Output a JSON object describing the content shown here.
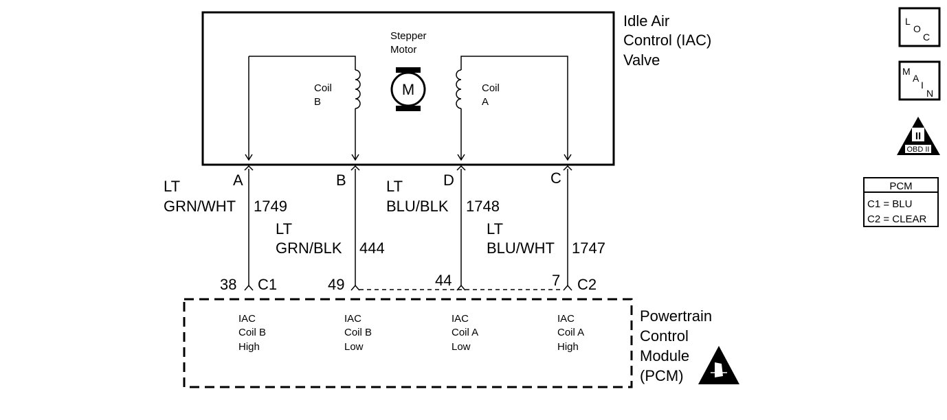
{
  "iac_valve": {
    "title_line1": "Idle Air",
    "title_line2": "Control (IAC)",
    "title_line3": "Valve",
    "motor_label_line1": "Stepper",
    "motor_label_line2": "Motor",
    "motor_symbol": "M",
    "coil_b_line1": "Coil",
    "coil_b_line2": "B",
    "coil_a_line1": "Coil",
    "coil_a_line2": "A"
  },
  "pins": {
    "a": "A",
    "b": "B",
    "d": "D",
    "c": "C"
  },
  "wires": [
    {
      "color_line1": "LT",
      "color_line2": "GRN/WHT",
      "circuit": "1749"
    },
    {
      "color_line1": "LT",
      "color_line2": "GRN/BLK",
      "circuit": "444"
    },
    {
      "color_line1": "LT",
      "color_line2": "BLU/BLK",
      "circuit": "1748"
    },
    {
      "color_line1": "LT",
      "color_line2": "BLU/WHT",
      "circuit": "1747"
    }
  ],
  "pcm_pins": {
    "pin1": "38",
    "conn1": "C1",
    "pin2": "49",
    "pin3": "44",
    "pin4": "7",
    "conn2": "C2"
  },
  "pcm": {
    "title_line1": "Powertrain",
    "title_line2": "Control",
    "title_line3": "Module",
    "title_line4": "(PCM)",
    "circuits": [
      {
        "line1": "IAC",
        "line2": "Coil B",
        "line3": "High"
      },
      {
        "line1": "IAC",
        "line2": "Coil B",
        "line3": "Low"
      },
      {
        "line1": "IAC",
        "line2": "Coil A",
        "line3": "Low"
      },
      {
        "line1": "IAC",
        "line2": "Coil A",
        "line3": "High"
      }
    ]
  },
  "sidebar": {
    "loc_letters": [
      "L",
      "O",
      "C"
    ],
    "main_letters": [
      "M",
      "A",
      "I",
      "N"
    ],
    "obd_numeral": "II",
    "obd_label": "OBD II",
    "pcm_table_title": "PCM",
    "pcm_table_row1": "C1 = BLU",
    "pcm_table_row2": "C2 = CLEAR"
  }
}
